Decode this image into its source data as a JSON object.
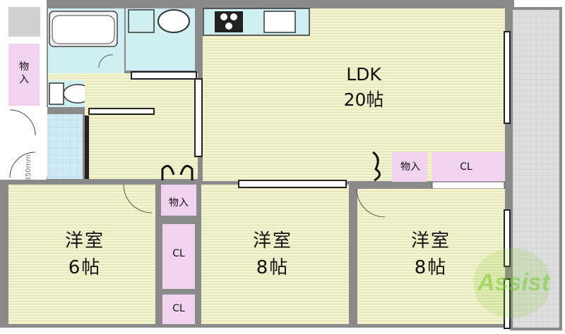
{
  "rooms": {
    "ldk": {
      "name": "LDK",
      "size": "20帖"
    },
    "room_left": {
      "name": "洋室",
      "size": "6帖"
    },
    "room_center": {
      "name": "洋室",
      "size": "8帖"
    },
    "room_right": {
      "name": "洋室",
      "size": "8帖"
    }
  },
  "storage": {
    "entrance": "物\n入",
    "hall": "物入",
    "ldk": "物入",
    "ldk_closet": "CL",
    "closet_center": "CL",
    "closet_bottom": "CL"
  },
  "misc": {
    "dimension_note": "850mm"
  },
  "watermark": {
    "text": "Assist"
  },
  "colors": {
    "wall": "#8a8a8a",
    "floor": "#f3f3cf",
    "wet_area": "#cfeff2",
    "storage": "#f2d3ef",
    "balcony": "#d6d6d6",
    "watermark": "#7fcc33"
  }
}
